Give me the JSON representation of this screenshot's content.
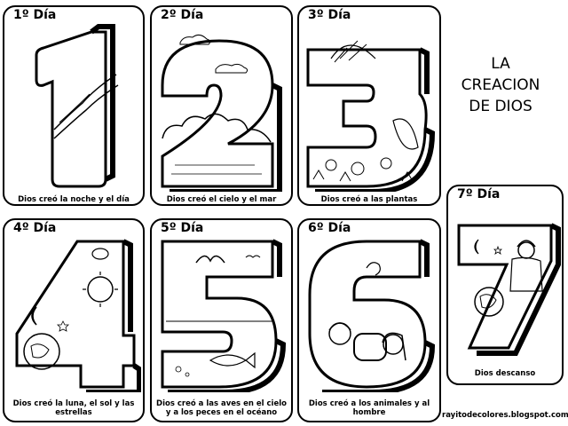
{
  "heading": {
    "line1": "LA",
    "line2": "CREACION",
    "line3": "DE DIOS"
  },
  "cards": [
    {
      "title": "1º Día",
      "caption": "Dios creó la noche y el día",
      "digit": "1"
    },
    {
      "title": "2º Día",
      "caption": "Dios creó el cielo y el mar",
      "digit": "2"
    },
    {
      "title": "3º Día",
      "caption": "Dios creó a las plantas",
      "digit": "3"
    },
    {
      "title": "4º Día",
      "caption": "Dios creó la luna, el sol y las estrellas",
      "digit": "4"
    },
    {
      "title": "5º Día",
      "caption": "Dios creó a las aves en el cielo y a los peces en el océano",
      "digit": "5"
    },
    {
      "title": "6º Día",
      "caption": "Dios creó a los animales y al hombre",
      "digit": "6"
    },
    {
      "title": "7º Día",
      "caption": "Dios descanso",
      "digit": "7"
    }
  ],
  "credit": "rayitodecolores.blogspot.com"
}
